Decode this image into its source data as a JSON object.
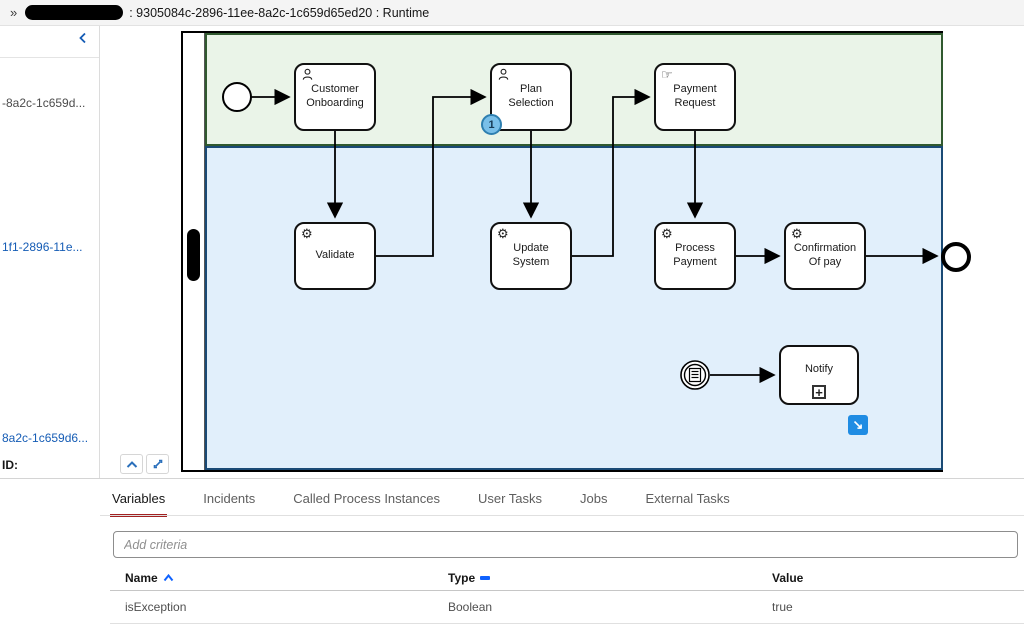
{
  "header": {
    "breadcrumb_chevron": "»",
    "title": ": 9305084c-2896-11ee-8a2c-1c659d65ed20 : Runtime"
  },
  "sidebar": {
    "items": [
      {
        "label": "-8a2c-1c659d...",
        "style": "text"
      },
      {
        "label": "1f1-2896-11e...",
        "style": "link"
      },
      {
        "label": "8a2c-1c659d6...",
        "style": "link"
      }
    ],
    "id_label": "ID:"
  },
  "diagram": {
    "nodes": {
      "customer_onboarding": "Customer Onboarding",
      "plan_selection": "Plan Selection",
      "payment_request": "Payment Request",
      "validate": "Validate",
      "update_system": "Update System",
      "process_payment": "Process Payment",
      "confirmation_of_pay": "Confirmation Of pay",
      "notify": "Notify"
    },
    "plan_selection_badge": "1",
    "subprocess_marker": "+",
    "drilldown_arrow": "↘",
    "icons": {
      "user_task": "user-icon",
      "service_task": "gear-icon",
      "manual_task": "hand-icon",
      "conditional_event": "conditional-lines-icon"
    },
    "colors": {
      "lane_top_fill": "#eaf4e8",
      "lane_top_border": "#30592f",
      "lane_bottom_fill": "#e1effb",
      "lane_bottom_border": "#1a4a75",
      "badge_fill": "#79bfe9",
      "badge_border": "#2e7fb0",
      "drilldown_blue": "#1f8ce3"
    }
  },
  "panel": {
    "tabs": [
      {
        "label": "Variables",
        "active": true
      },
      {
        "label": "Incidents",
        "active": false
      },
      {
        "label": "Called Process Instances",
        "active": false
      },
      {
        "label": "User Tasks",
        "active": false
      },
      {
        "label": "Jobs",
        "active": false
      },
      {
        "label": "External Tasks",
        "active": false
      }
    ],
    "filter_placeholder": "Add criteria",
    "table": {
      "columns": [
        "Name",
        "Type",
        "Value"
      ],
      "rows": [
        [
          "isException",
          "Boolean",
          "true"
        ]
      ]
    },
    "colors": {
      "active_tab_underline": "#a32121",
      "sort_icon_blue": "#0f62fe",
      "link_blue": "#155cb5"
    }
  }
}
